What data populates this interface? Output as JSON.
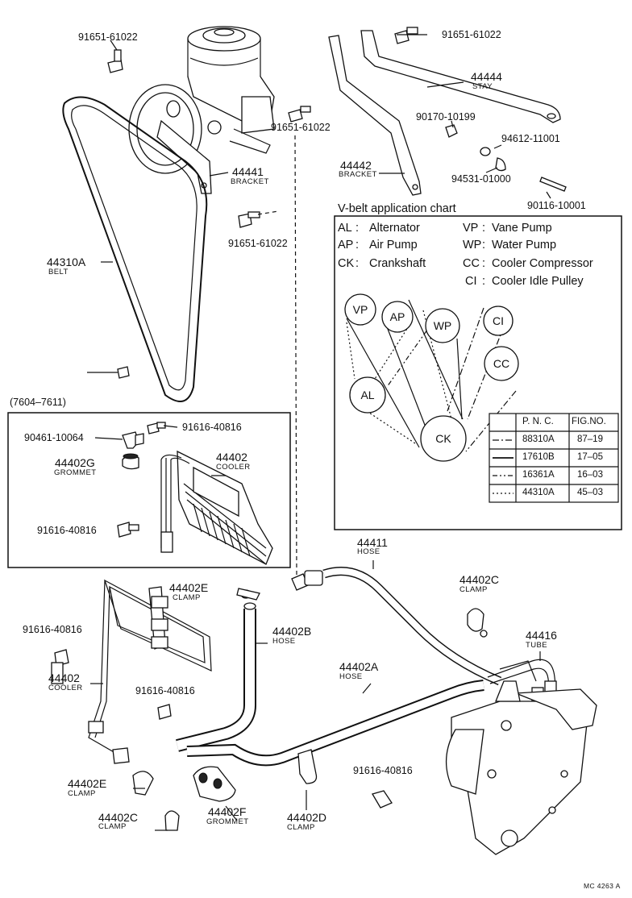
{
  "parts": {
    "bolt_91651_top_left": "91651-61022",
    "bolt_91651_top_right": "91651-61022",
    "bolt_91651_mid": "91651-61022",
    "bolt_91651_lower": "91651-61022",
    "stay": {
      "number": "44444",
      "name": "STAY"
    },
    "bracket_right": {
      "number": "44442",
      "name": "BRACKET"
    },
    "bracket_left": {
      "number": "44441",
      "name": "BRACKET"
    },
    "belt": {
      "number": "44310A",
      "name": "BELT"
    },
    "nut_90170": "90170-10199",
    "part_94612": "94612-11001",
    "part_94531": "94531-01000",
    "pin_90116": "90116-10001",
    "cooler_box_period": "(7604–7611)",
    "bracket_90461": "90461-10064",
    "bolt_91616_box_top": "91616-40816",
    "grommet_44402G": {
      "number": "44402G",
      "name": "GROMMET"
    },
    "cooler_box": {
      "number": "44402",
      "name": "COOLER"
    },
    "bolt_91616_box_left": "91616-40816",
    "hose_44411": {
      "number": "44411",
      "name": "HOSE"
    },
    "clamp_44402E_top": {
      "number": "44402E",
      "name": "CLAMP"
    },
    "clamp_44402C_right": {
      "number": "44402C",
      "name": "CLAMP"
    },
    "bolt_91616_lower_left": "91616-40816",
    "hose_44402B": {
      "number": "44402B",
      "name": "HOSE"
    },
    "tube_44416": {
      "number": "44416",
      "name": "TUBE"
    },
    "cooler_lower": {
      "number": "44402",
      "name": "COOLER"
    },
    "hose_44402A": {
      "number": "44402A",
      "name": "HOSE"
    },
    "bolt_91616_mid": "91616-40816",
    "clamp_44402E_bottom": {
      "number": "44402E",
      "name": "CLAMP"
    },
    "bolt_91616_bottom": "91616-40816",
    "clamp_44402D": {
      "number": "44402D",
      "name": "CLAMP"
    },
    "clamp_44402C_bottom": {
      "number": "44402C",
      "name": "CLAMP"
    },
    "grommet_44402F": {
      "number": "44402F",
      "name": "GROMMET"
    }
  },
  "vbelt_chart": {
    "title": "V-belt application chart",
    "legend": [
      {
        "code": "AL",
        "name": "Alternator"
      },
      {
        "code": "VP",
        "name": "Vane Pump"
      },
      {
        "code": "AP",
        "name": "Air Pump"
      },
      {
        "code": "WP",
        "name": "Water Pump"
      },
      {
        "code": "CK",
        "name": "Crankshaft"
      },
      {
        "code": "CC",
        "name": "Cooler Compressor"
      },
      {
        "code": "CI",
        "name": "Cooler Idle Pulley"
      }
    ],
    "pulleys": [
      "VP",
      "AP",
      "WP",
      "CI",
      "CC",
      "AL",
      "CK"
    ],
    "table": {
      "headers": [
        "P. N. C.",
        "FIG.NO."
      ],
      "rows": [
        {
          "line": "dash-dot",
          "pnc": "88310A",
          "fig": "87–19"
        },
        {
          "line": "solid",
          "pnc": "17610B",
          "fig": "17–05"
        },
        {
          "line": "dash-double-dot",
          "pnc": "16361A",
          "fig": "16–03"
        },
        {
          "line": "dotted",
          "pnc": "44310A",
          "fig": "45–03"
        }
      ]
    }
  },
  "figure_code": "MC 4263 A"
}
